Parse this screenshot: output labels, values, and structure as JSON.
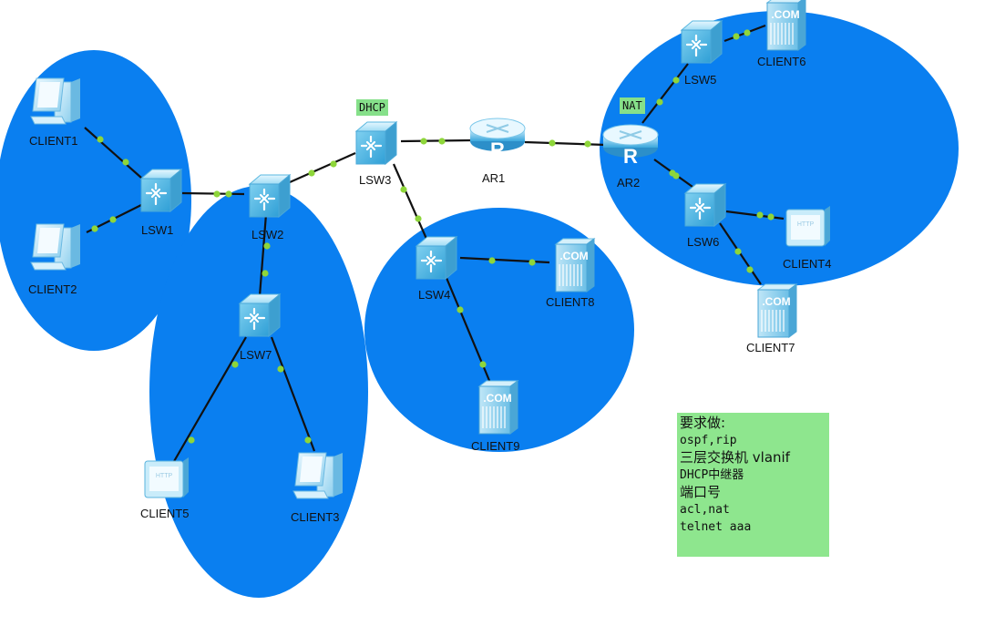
{
  "colors": {
    "zone": "#0a7ff0",
    "link": "#111111",
    "dot": "#8ed63a",
    "tag_bg": "#86e08a",
    "note_bg": "#8ee68e"
  },
  "nodes": {
    "client1": {
      "label": "CLIENT1",
      "icon": "pc-icon"
    },
    "client2": {
      "label": "CLIENT2",
      "icon": "pc-icon"
    },
    "client3": {
      "label": "CLIENT3",
      "icon": "pc-icon"
    },
    "client4": {
      "label": "CLIENT4",
      "icon": "http-client-icon"
    },
    "client5": {
      "label": "CLIENT5",
      "icon": "http-client-icon"
    },
    "client6": {
      "label": "CLIENT6",
      "icon": "dns-server-icon"
    },
    "client7": {
      "label": "CLIENT7",
      "icon": "dns-server-icon"
    },
    "client8": {
      "label": "CLIENT8",
      "icon": "dns-server-icon"
    },
    "client9": {
      "label": "CLIENT9",
      "icon": "dns-server-icon"
    },
    "lsw1": {
      "label": "LSW1",
      "icon": "switch-icon"
    },
    "lsw2": {
      "label": "LSW2",
      "icon": "switch-icon"
    },
    "lsw3": {
      "label": "LSW3",
      "icon": "switch-icon"
    },
    "lsw4": {
      "label": "LSW4",
      "icon": "switch-icon"
    },
    "lsw5": {
      "label": "LSW5",
      "icon": "switch-icon"
    },
    "lsw6": {
      "label": "LSW6",
      "icon": "switch-icon"
    },
    "lsw7": {
      "label": "LSW7",
      "icon": "switch-icon"
    },
    "ar1": {
      "label": "AR1",
      "icon": "router-icon"
    },
    "ar2": {
      "label": "AR2",
      "icon": "router-icon"
    }
  },
  "server_badge": ".COM",
  "http_badge": "HTTP",
  "router_letter": "R",
  "tags": {
    "dhcp": "DHCP",
    "nat": "NAT"
  },
  "notes": {
    "title": "要求做:",
    "lines": [
      "ospf,rip",
      "三层交换机 vlanif",
      "DHCP中继器",
      "端口号",
      "acl,nat",
      "telnet aaa"
    ]
  }
}
